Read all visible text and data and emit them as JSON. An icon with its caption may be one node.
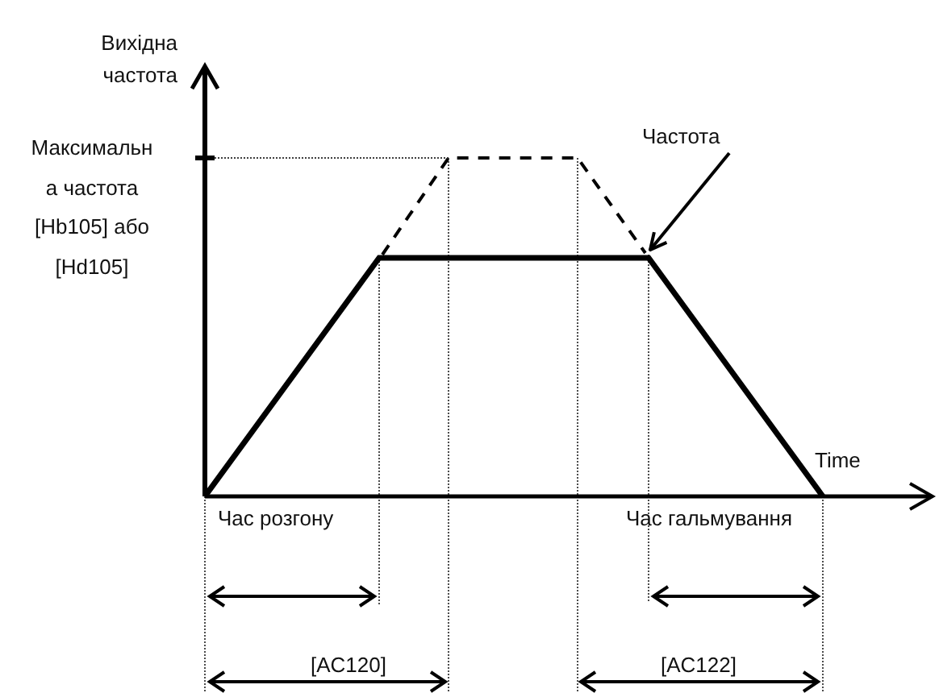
{
  "diagram": {
    "nodes": [
      {
        "text": [
          "Частота"
        ]
      },
      {
        "text": [],
        "shape": "line"
      }
    ],
    "edges": [
      {
        "from": 0,
        "to": 1,
        "arrow": "to"
      }
    ],
    "labels": [
      "Вихідна частота",
      "Максимальн а частота [Hb105] або [Hd105]",
      "Time",
      "Час розгону",
      "Час гальмування",
      "[AC120]",
      "[AC122]"
    ]
  }
}
